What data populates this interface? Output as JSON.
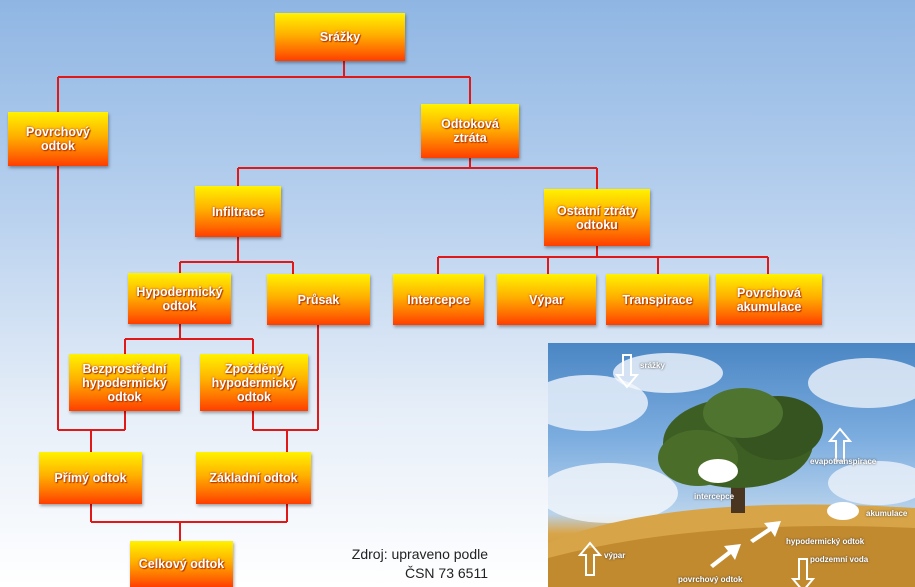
{
  "nodes": {
    "srazky": "Srážky",
    "povrchovy_odtok": "Povrchový odtok",
    "odtokova_ztrata": "Odtoková ztráta",
    "infiltrace": "Infiltrace",
    "ostatni_ztraty": "Ostatní ztráty odtoku",
    "hypodermicky_odtok": "Hypodermický odtok",
    "prusak": "Průsak",
    "intercepce": "Intercepce",
    "vypar": "Výpar",
    "transpirace": "Transpirace",
    "povrchova_akumulace": "Povrchová akumulace",
    "bezprostredni": "Bezprostřední hypodermický odtok",
    "zpozdeny": "Zpožděný hypodermický odtok",
    "primy_odtok": "Přímý odtok",
    "zakladni_odtok": "Základní odtok",
    "celkovy_odtok": "Celkový odtok"
  },
  "source": {
    "line1": "Zdroj: upraveno podle",
    "line2": "ČSN 73 6511"
  },
  "photo_labels": {
    "srazky": "srážky",
    "evapotranspirace": "evapotranspirace",
    "intercepce": "intercepce",
    "akumulace": "akumulace",
    "hypodermicky_odtok": "hypodermický odtok",
    "vypar": "výpar",
    "podzemni_voda": "podzemní voda",
    "povrchovy_odtok": "povrchový odtok"
  },
  "colors": {
    "connector": "#e01818"
  }
}
